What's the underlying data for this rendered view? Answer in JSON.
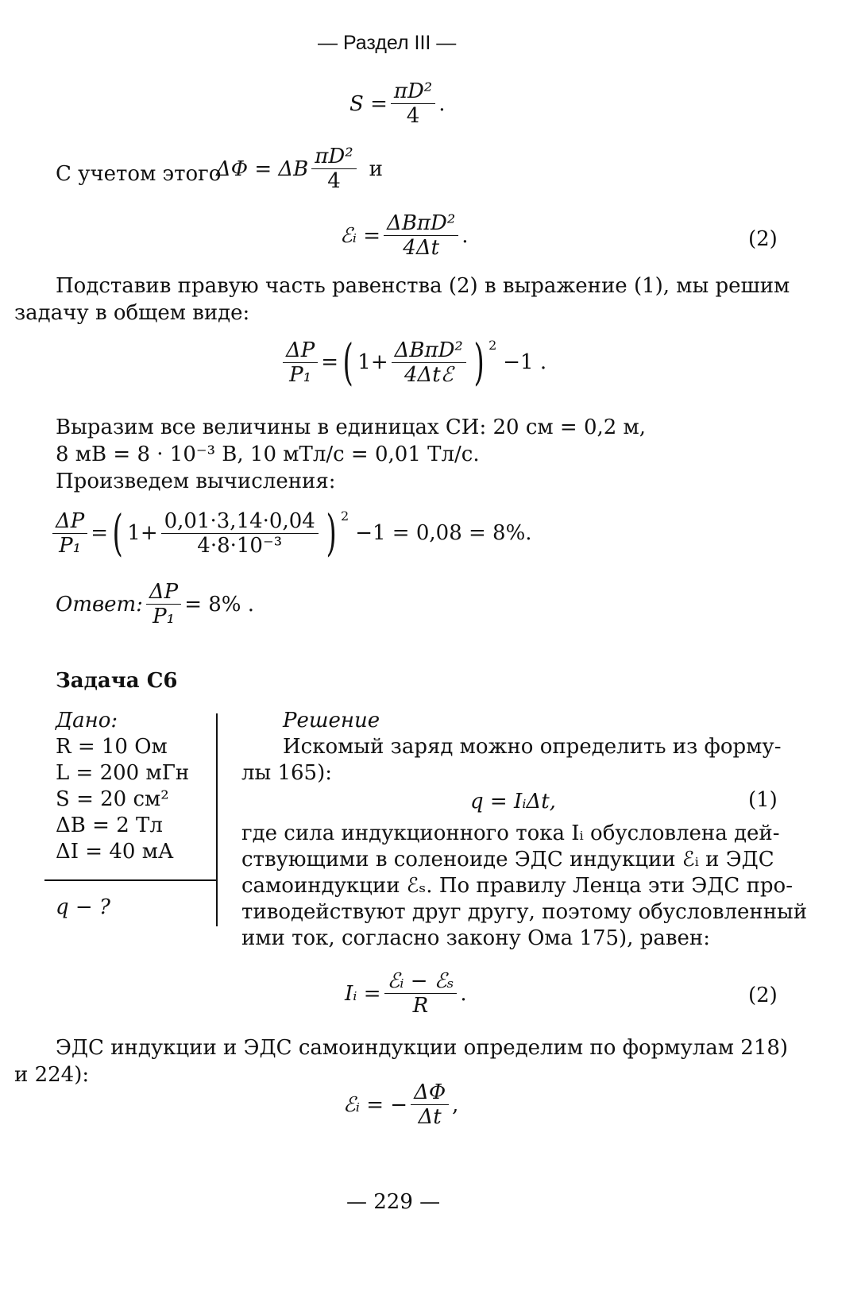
{
  "header": {
    "title": "— Раздел III —"
  },
  "formulas": {
    "area": {
      "lhs": "S",
      "num": "πD²",
      "den": "4",
      "end": "."
    },
    "flux_text": "С учетом этого",
    "flux": {
      "lhs": "ΔΦ = ΔB",
      "num": "πD²",
      "den": "4",
      "tail": "и"
    },
    "emf": {
      "lhs": "ℰᵢ",
      "num": "ΔBπD²",
      "den": "4Δt",
      "end": ".",
      "eq_no": "(2)"
    },
    "general": {
      "lhs_num": "ΔP",
      "lhs_den": "P₁",
      "one": "1+",
      "num": "ΔBπD²",
      "den": "4Δtℰ",
      "pow": "2",
      "tail": "−1 ."
    },
    "calc": {
      "lhs_num": "ΔP",
      "lhs_den": "P₁",
      "one": "1+",
      "num": "0,01·3,14·0,04",
      "den": "4·8·10⁻³",
      "pow": "2",
      "tail": "−1 = 0,08 = 8%."
    },
    "answer": {
      "label": "Ответ:",
      "num": "ΔP",
      "den": "P₁",
      "tail": "= 8% ."
    }
  },
  "text": {
    "p1a": "Подставив правую часть равенства (2) в выражение (1), мы решим",
    "p1b": "задачу в общем виде:",
    "p2a": "Выразим все величины в единицах СИ: 20 см = 0,2 м,",
    "p2b": "8 мВ = 8 · 10⁻³ В, 10 мТл/с = 0,01 Тл/с.",
    "p2c": "Произведем вычисления:"
  },
  "task": {
    "title": "Задача С6",
    "given_label": "Дано:",
    "given": [
      "R = 10 Ом",
      "L = 200 мГн",
      "S = 20 см²",
      "ΔB = 2 Тл",
      "ΔI = 40 мА"
    ],
    "find": "q − ?",
    "solution_label": "Решение",
    "s1": "Искомый заряд можно определить из форму-",
    "s2": "лы 165):",
    "eq1": "q = IᵢΔt,",
    "eq1_no": "(1)",
    "s3": "где сила индукционного тока Iᵢ обусловлена дей-",
    "s4": "ствующими в соленоиде ЭДС индукции ℰᵢ и ЭДС",
    "s5": "самоиндукции ℰₛ. По правилу Ленца эти ЭДС про-",
    "s6": "тиводействуют друг другу, поэтому обусловленный",
    "s7": "ими ток, согласно закону Ома 175), равен:",
    "eq2": {
      "lhs": "Iᵢ =",
      "num": "ℰᵢ − ℰₛ",
      "den": "R",
      "end": "."
    },
    "eq2_no": "(2)",
    "t1": "ЭДС индукции и ЭДС самоиндукции определим по формулам 218)",
    "t2": "и 224):",
    "eq3": {
      "lhs": "ℰᵢ = −",
      "num": "ΔΦ",
      "den": "Δt",
      "end": ","
    }
  },
  "footer": {
    "page": "— 229 —"
  }
}
